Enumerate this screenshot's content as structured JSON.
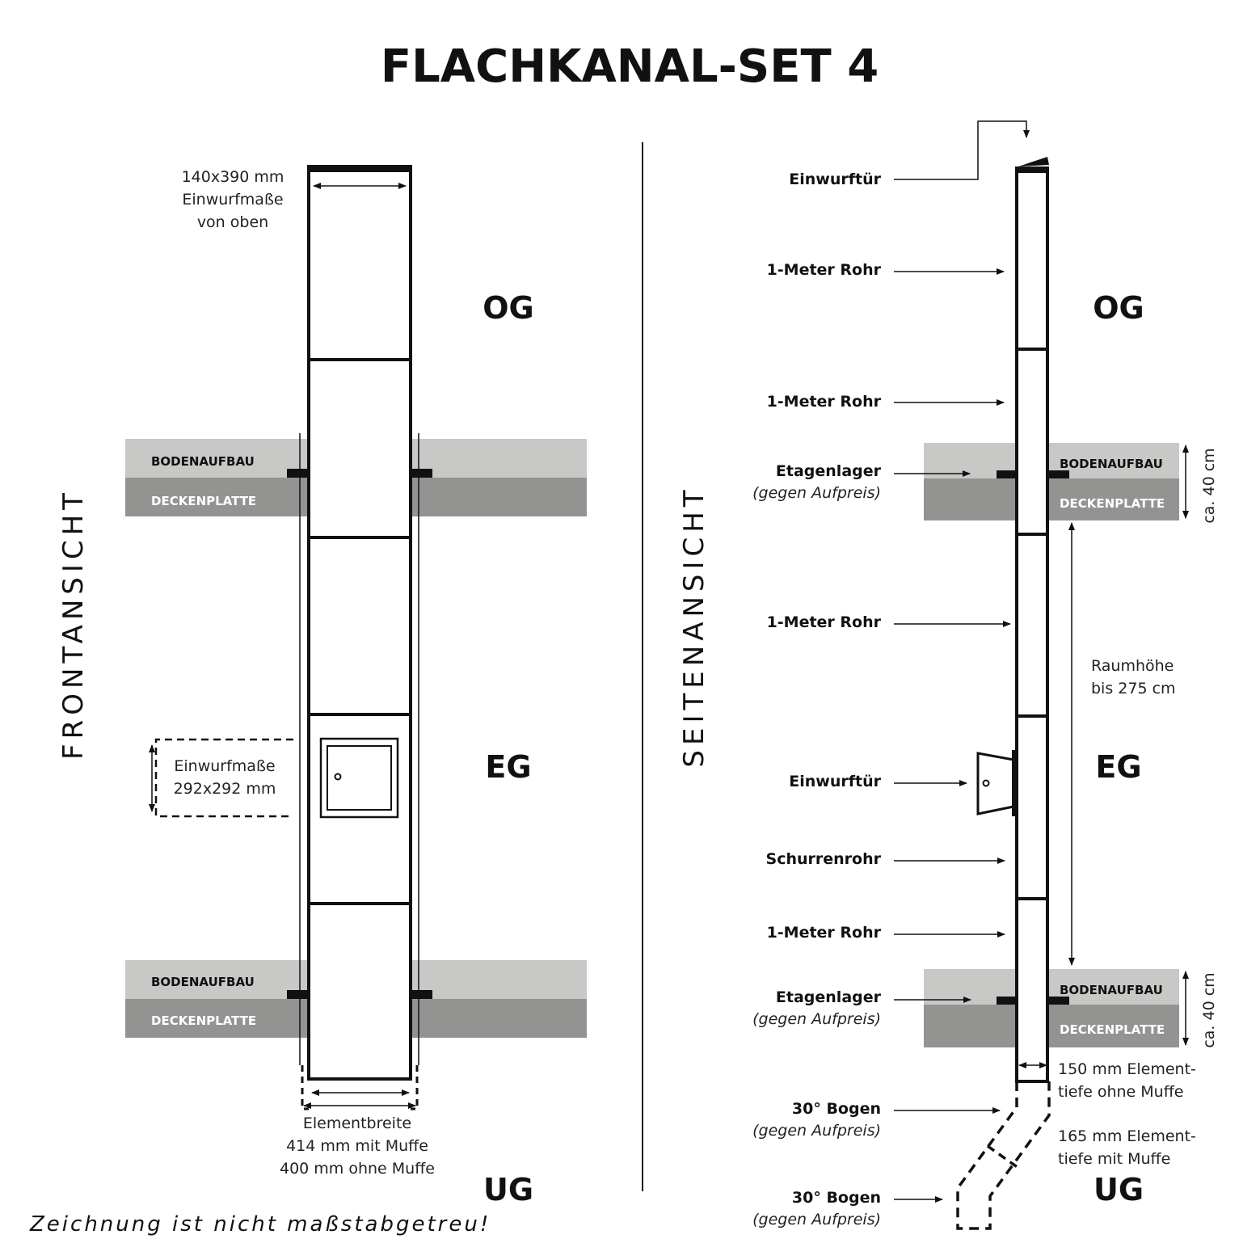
{
  "title": "FLACHKANAL-SET 4",
  "floors": {
    "og": "OG",
    "eg": "EG",
    "ug": "UG"
  },
  "views": {
    "front": "FRONTANSICHT",
    "side": "SEITENANSICHT"
  },
  "bands": {
    "floor_build": "BODENAUFBAU",
    "ceiling_slab": "DECKENPLATTE"
  },
  "front": {
    "top_note": [
      "140x390 mm",
      "Einwurfmaße",
      "von oben"
    ],
    "door_note": [
      "Einwurfmaße",
      "292x292 mm"
    ],
    "width_note": [
      "Elementbreite",
      "414 mm mit Muffe",
      "400 mm ohne Muffe"
    ]
  },
  "side": {
    "labels": {
      "einwurftuer_top": "Einwurftür",
      "rohr_1": "1-Meter Rohr",
      "rohr_2": "1-Meter Rohr",
      "etagenlager_1": "Etagenlager",
      "etagenlager_1_sub": "(gegen Aufpreis)",
      "rohr_3": "1-Meter Rohr",
      "einwurftuer_eg": "Einwurftür",
      "schurrenrohr": "Schurrenrohr",
      "rohr_4": "1-Meter Rohr",
      "etagenlager_2": "Etagenlager",
      "etagenlager_2_sub": "(gegen Aufpreis)",
      "bogen_1": "30° Bogen",
      "bogen_1_sub": "(gegen Aufpreis)",
      "bogen_2": "30° Bogen",
      "bogen_2_sub": "(gegen Aufpreis)"
    },
    "slab_height_1": "ca. 40 cm",
    "slab_height_2": "ca. 40 cm",
    "room_height": [
      "Raumhöhe",
      "bis 275 cm"
    ],
    "depth_no_sleeve": [
      "150 mm Element-",
      "tiefe ohne Muffe"
    ],
    "depth_with_sleeve": [
      "165 mm Element-",
      "tiefe mit Muffe"
    ]
  },
  "footer": "Zeichnung ist nicht maßstabgetreu!",
  "colors": {
    "light_band": "#c8c8c6",
    "dark_band": "#939392",
    "ink": "#111111"
  }
}
